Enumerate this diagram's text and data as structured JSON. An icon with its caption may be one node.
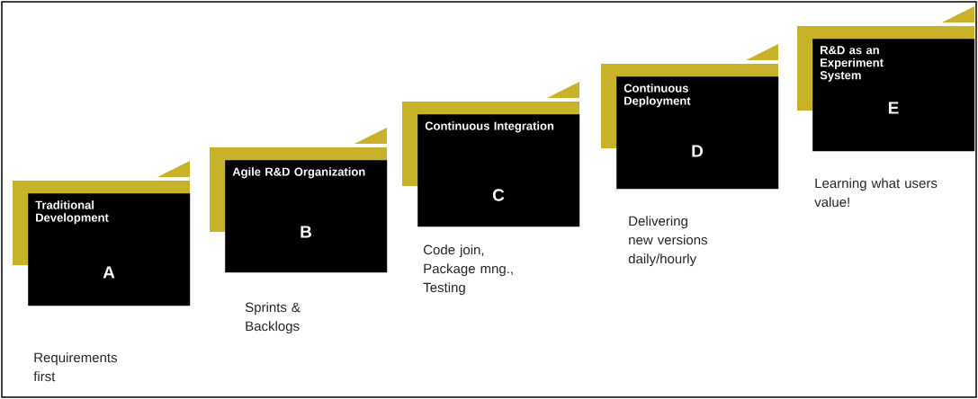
{
  "diagram": {
    "nodes": [
      {
        "text": [
          "Traditional Development",
          "A"
        ],
        "beside": [
          "Requirements first"
        ]
      },
      {
        "text": [
          "Agile R&D Organization",
          "B"
        ],
        "beside": [
          "Sprints & Backlogs"
        ]
      },
      {
        "text": [
          "Continuous Integration",
          "C"
        ],
        "beside": [
          "Code join, Package mng., Testing"
        ]
      },
      {
        "text": [
          "Continuous Deployment",
          "D"
        ],
        "beside": [
          "Delivering new versions daily/hourly"
        ]
      },
      {
        "text": [
          "R&D as an Experiment System",
          "E"
        ],
        "beside": [
          "Learning what users value!"
        ]
      }
    ]
  }
}
